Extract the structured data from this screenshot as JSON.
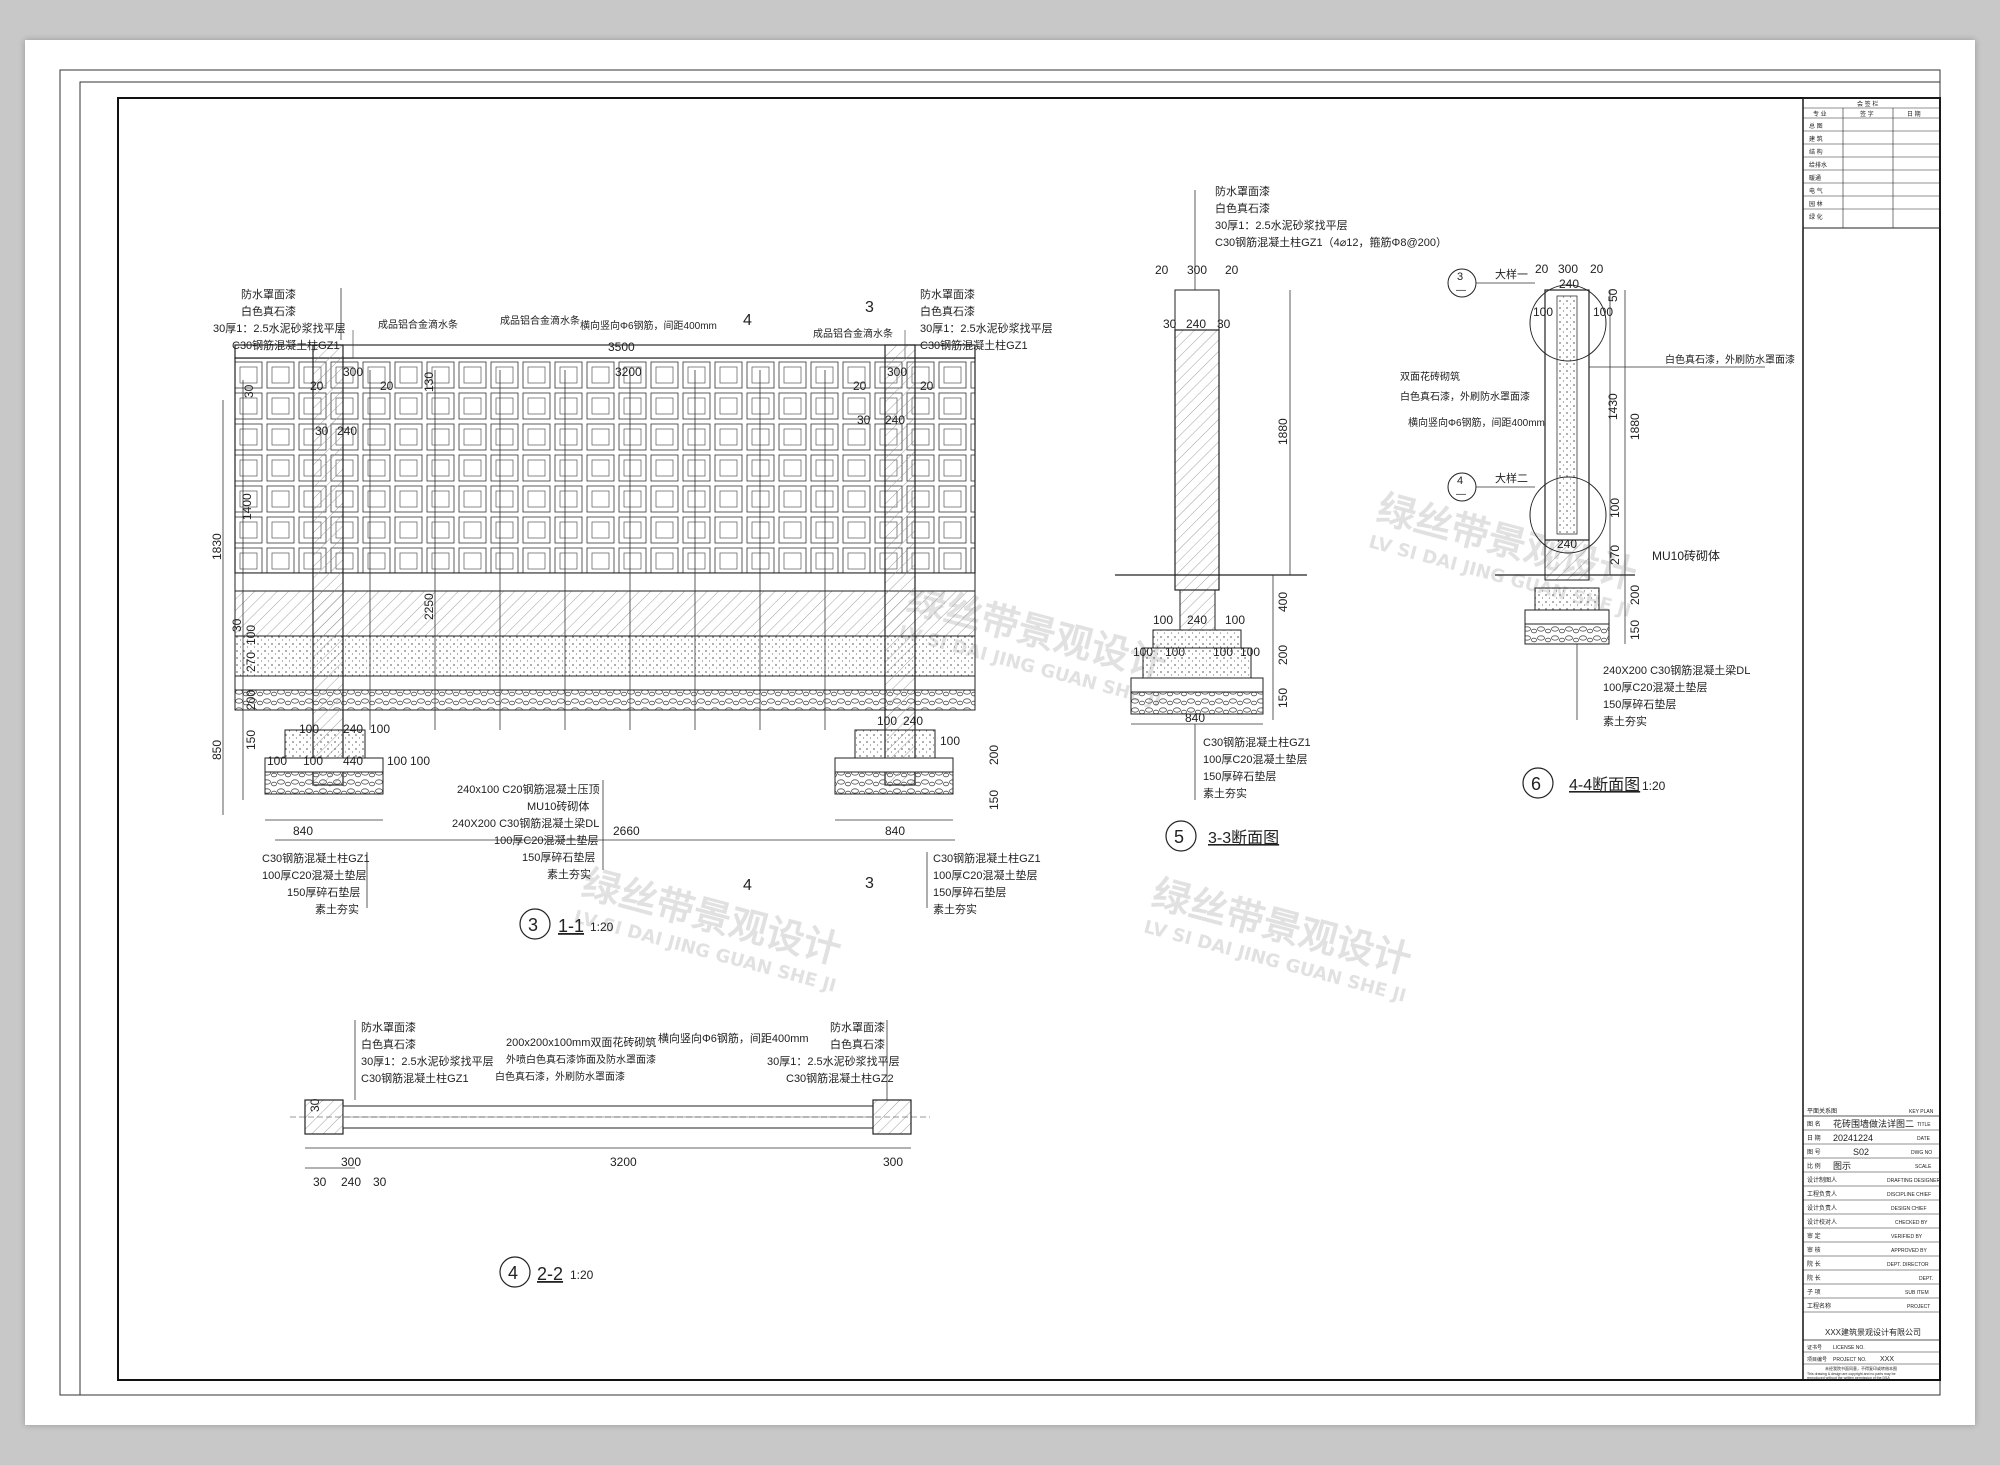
{
  "drawing": {
    "legend_labels": {
      "waterproof": "防水罩面漆",
      "white_stone": "白色真石漆",
      "mortar_30": "30厚1：2.5水泥砂浆找平层",
      "gz1": "C30钢筋混凝土柱GZ1",
      "gz2": "C30钢筋混凝土柱GZ2",
      "gz1_full": "C30钢筋混凝土柱GZ1（4⌀12，箍筋Φ8@200）",
      "drip_strip": "成品铝合金滴水条",
      "rebar": "横向竖向Φ6钢筋，间距400mm",
      "beam_100": "240x100 C20钢筋混凝土压顶",
      "mu10": "MU10砖砌体",
      "beam_dl": "240X200 C30钢筋混凝土梁DL",
      "c20_100": "100厚C20混凝土垫层",
      "gravel_150": "150厚碎石垫层",
      "soil": "素土夯实",
      "hollow_brick": "双面花砖砌筑",
      "white_stone_wp": "白色真石漆，外刷防水罩面漆",
      "brick_200": "200x200x100mm双面花砖砌筑",
      "brick_spray": "外喷白色真石漆饰面及防水罩面漆",
      "detail1": "大样一",
      "detail2": "大样二"
    },
    "section_marks": {
      "s3": "3",
      "s4": "4",
      "dash": "—"
    },
    "views": {
      "v1": {
        "num": "3",
        "title": "1-1",
        "scale": "1:20"
      },
      "v2": {
        "num": "4",
        "title": "2-2",
        "scale": "1:20"
      },
      "v3": {
        "num": "5",
        "title": "3-3断面图",
        "scale": ""
      },
      "v4": {
        "num": "6",
        "title": "4-4断面图",
        "scale": "1:20"
      }
    },
    "dims": {
      "d3500": "3500",
      "d3200": "3200",
      "d300": "300",
      "d20": "20",
      "d30": "30",
      "d240": "240",
      "d130": "130",
      "d1830": "1830",
      "d1400": "1400",
      "d2250": "2250",
      "d100": "100",
      "d270": "270",
      "d200": "200",
      "d150": "150",
      "d850": "850",
      "d440": "440",
      "d840": "840",
      "d2660": "2660",
      "d1880": "1880",
      "d400": "400",
      "d1430": "1430",
      "d50": "50"
    }
  },
  "watermark": {
    "cn": "绿丝带景观设计",
    "en": "LV SI DAI JING GUAN SHE JI"
  },
  "title_block": {
    "sign_header": "会 签 栏",
    "sign_cols": [
      "专 业",
      "签 字",
      "日 期"
    ],
    "sign_rows": [
      "总 图",
      "建 筑",
      "结 构",
      "给排水",
      "暖通",
      "电 气",
      "园 林",
      "绿 化"
    ],
    "plan_label": "平面关系图",
    "plan_label_en": "KEY PLAN",
    "rows": [
      {
        "label": "图  名",
        "value": "花砖围墙做法详图二",
        "en": "TITLE"
      },
      {
        "label": "日  期",
        "value": "20241224",
        "en": "DATE"
      },
      {
        "label": "图  号",
        "value": "S02",
        "en": "DWG NO"
      },
      {
        "label": "比  例",
        "value": "图示",
        "en": "SCALE"
      },
      {
        "label": "设计制图人",
        "value": "",
        "en": "DRAFTING DESIGNER"
      },
      {
        "label": "工程负责人",
        "value": "",
        "en": "DISCIPLINE CHIEF"
      },
      {
        "label": "设计负责人",
        "value": "",
        "en": "DESIGN CHIEF"
      },
      {
        "label": "设计校对人",
        "value": "",
        "en": "CHECKED BY"
      },
      {
        "label": "审  定",
        "value": "",
        "en": "VERIFIED BY"
      },
      {
        "label": "审  核",
        "value": "",
        "en": "APPROVED BY"
      },
      {
        "label": "院  长",
        "value": "",
        "en": "DEPT. DIRECTOR"
      },
      {
        "label": "院  长",
        "value": "",
        "en": "DEPT."
      },
      {
        "label": "子  项",
        "value": "",
        "en": "SUB ITEM"
      },
      {
        "label": "工程名称",
        "value": "",
        "en": "PROJECT"
      }
    ],
    "company": "XXX建筑景观设计有限公司",
    "cert_label": "证书号",
    "cert_en": "LICENSE NO.",
    "proj_label": "项目编号",
    "proj_en": "PROJECT NO.",
    "proj_value": "XXX",
    "notice_cn": "未经我院书面同意，不得复印或转借本图",
    "notice_en1": "This drawing & design are copyright and no parts may be",
    "notice_en2": "reproduced without the written permission of the DSA"
  }
}
